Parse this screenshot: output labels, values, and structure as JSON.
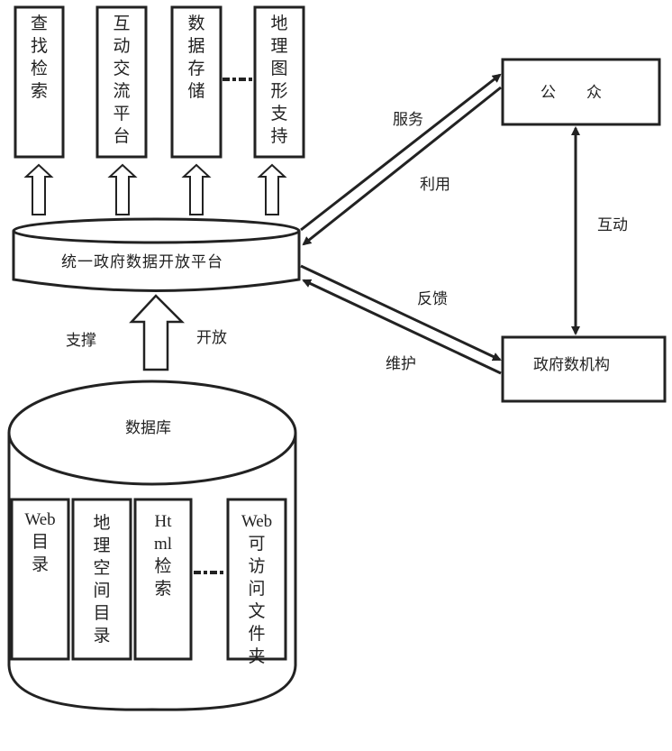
{
  "top_modules": [
    {
      "label": "查\n找\n检\n索"
    },
    {
      "label": "互\n动\n交\n流\n平\n台"
    },
    {
      "label": "数\n据\n存\n储"
    },
    {
      "label": "地\n理\n图\n形\n支\n持"
    }
  ],
  "platform": {
    "label": "统一政府数据开放平台"
  },
  "support_arrow": {
    "left_label": "支撑",
    "right_label": "开放"
  },
  "database": {
    "label": "数据库",
    "items": [
      {
        "label": "Web\n目\n录"
      },
      {
        "label": "地\n理\n空\n间\n目\n录"
      },
      {
        "label": "Ht\nml\n检\n索"
      },
      {
        "label": "Web\n可\n访\n问\n文\n件\n夹"
      }
    ]
  },
  "public": {
    "label": "公　　众"
  },
  "government": {
    "label": "政府数机构"
  },
  "links": {
    "service": "服务",
    "use": "利用",
    "interaction": "互动",
    "feedback": "反馈",
    "maintain": "维护"
  },
  "colors": {
    "stroke": "#222222",
    "background": "#ffffff"
  }
}
